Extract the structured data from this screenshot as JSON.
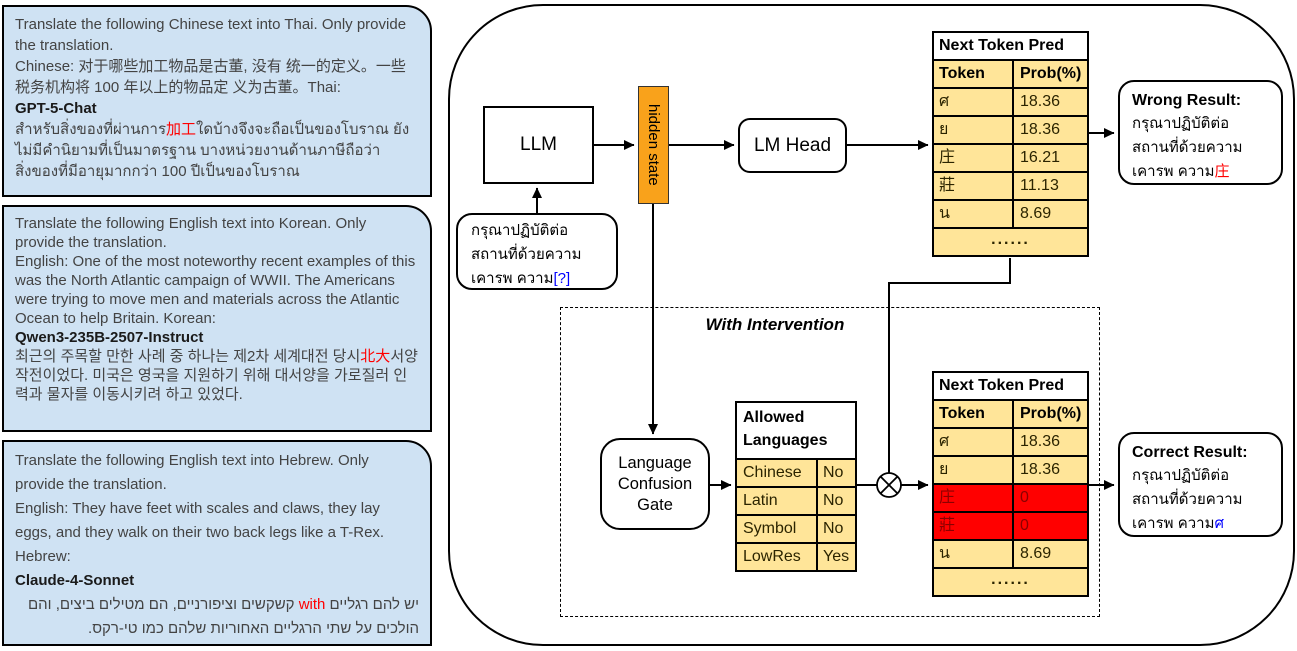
{
  "examples": [
    {
      "instruction": "Translate the following Chinese text into Thai. Only provide the translation.",
      "source": "Chinese: 对于哪些加工物品是古董, 没有 统一的定义。一些税务机构将 100 年以上的物品定 义为古董。Thai:",
      "model": "GPT-5-Chat",
      "output_before": "สำหรับสิ่งของที่ผ่านการ",
      "output_highlight": "加工",
      "output_after": "ใดบ้างจึงจะถือเป็นของโบราณ ยังไม่มีคำนิยามที่เป็นมาตรฐาน บางหน่วยงานด้านภาษีถือว่า สิ่งของที่มีอายุมากกว่า 100 ปีเป็นของโบราณ"
    },
    {
      "instruction": "Translate the following English text into Korean. Only provide the translation.",
      "source": "English: One of the most noteworthy recent examples of this was the North Atlantic campaign of WWII. The Americans were trying to move men and materials across the Atlantic Ocean to help Britain. Korean:",
      "model": "Qwen3-235B-2507-Instruct",
      "output_before": "최근의 주목할 만한 사례 중 하나는 제2차 세계대전 당시",
      "output_highlight": "北大",
      "output_after": "서양 작전이었다. 미국은 영국을 지원하기 위해 대서양을 가로질러 인력과 물자를 이동시키려 하고 있었다."
    },
    {
      "instruction": "Translate the following English text into Hebrew. Only provide the translation.",
      "source": "English: They have feet with scales and claws, they lay eggs, and they walk on their two back legs like a T-Rex. Hebrew:",
      "model": "Claude-4-Sonnet",
      "output_before": "יש להם רגליים ",
      "output_highlight": "with",
      "output_after": " קשקשים וציפורניים, הם מטילים ביצים, והם הולכים על שתי הרגליים האחוריות שלהם כמו טי-רקס."
    }
  ],
  "flow": {
    "llm": "LLM",
    "hidden_state": "hidden state",
    "lm_head": "LM Head",
    "gate": "Language Confusion Gate",
    "intervention": "With Intervention",
    "multiply_symbol": "⊗"
  },
  "input_prompt": {
    "line1": "กรุณาปฏิบัติต่อ",
    "line2": "สถานที่ด้วยความ",
    "line3": "เคารพ ความ",
    "unknown": "[?]"
  },
  "tables": {
    "top": {
      "title": "Next Token Pred",
      "col_token": "Token",
      "col_prob": "Prob(%)",
      "rows": [
        {
          "token": "ศ",
          "prob": "18.36"
        },
        {
          "token": "ย",
          "prob": "18.36"
        },
        {
          "token": "庄",
          "prob": "16.21"
        },
        {
          "token": "莊",
          "prob": "11.13"
        },
        {
          "token": "น",
          "prob": "8.69"
        }
      ],
      "ellipsis": "......"
    },
    "bottom": {
      "title": "Next Token Pred",
      "col_token": "Token",
      "col_prob": "Prob(%)",
      "rows": [
        {
          "token": "ศ",
          "prob": "18.36",
          "blocked": false
        },
        {
          "token": "ย",
          "prob": "18.36",
          "blocked": false
        },
        {
          "token": "庄",
          "prob": "0",
          "blocked": true
        },
        {
          "token": "莊",
          "prob": "0",
          "blocked": true
        },
        {
          "token": "น",
          "prob": "8.69",
          "blocked": false
        }
      ],
      "ellipsis": "......"
    },
    "allowed": {
      "title_line1": "Allowed",
      "title_line2": "Languages",
      "rows": [
        {
          "lang": "Chinese",
          "allowed": "No"
        },
        {
          "lang": "Latin",
          "allowed": "No"
        },
        {
          "lang": "Symbol",
          "allowed": "No"
        },
        {
          "lang": "LowRes",
          "allowed": "Yes"
        }
      ]
    }
  },
  "wrong_result": {
    "title": "Wrong Result:",
    "line1": "กรุณาปฏิบัติต่อ",
    "line2": "สถานที่ด้วยความ",
    "line3": "เคารพ ความ",
    "highlight": "庄"
  },
  "correct_result": {
    "title": "Correct Result:",
    "line1": "กรุณาปฏิบัติต่อ",
    "line2": "สถานที่ด้วยความ",
    "line3": "เคารพ ความ",
    "highlight": "ศ"
  },
  "colors": {
    "example_bg": "#cfe2f3",
    "hidden_state_orange": "#f9a21b",
    "table_yellow": "#ffe599",
    "blocked_red": "#ff0000",
    "highlight_red": "#ff0000",
    "highlight_blue": "#0000ff"
  }
}
